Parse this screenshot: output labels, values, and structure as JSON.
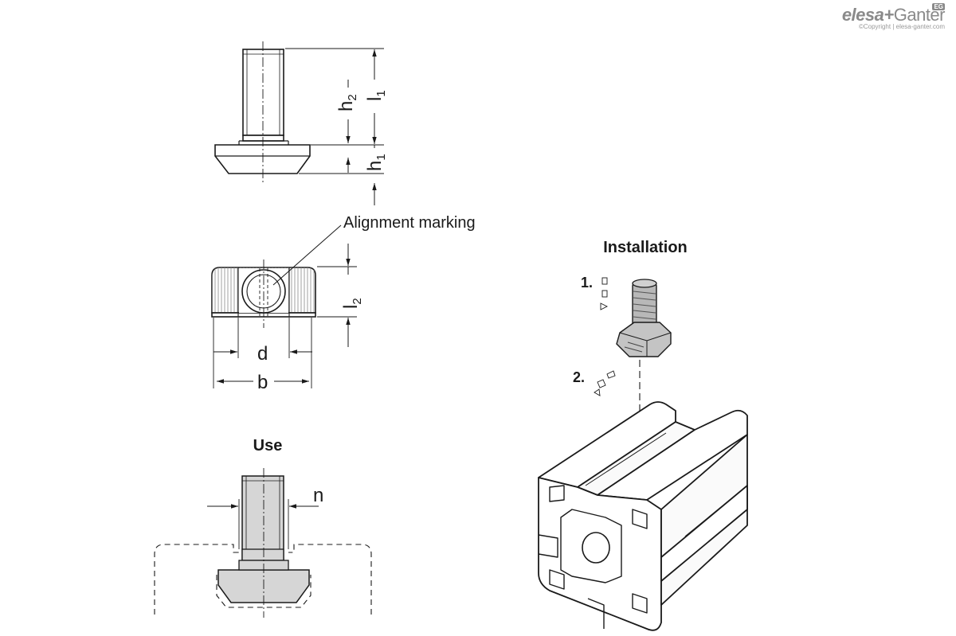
{
  "logo": {
    "brand_left": "elesa",
    "brand_plus": "+",
    "brand_right": "Ganter",
    "badge": "EG",
    "copyright": "©Copyright | elesa-ganter.com"
  },
  "labels": {
    "alignment_marking": "Alignment marking",
    "use_title": "Use",
    "installation_title": "Installation",
    "step1": "1.",
    "step2": "2."
  },
  "dimensions": {
    "h": "h",
    "l": "l",
    "sub_1": "1",
    "sub_2": "2",
    "d": "d",
    "b": "b",
    "n": "n"
  },
  "colors": {
    "line": "#1a1a1a",
    "part_fill_use": "#d6d6d6",
    "profile_fill": "#ffffff",
    "logo": "#8a8a8a"
  }
}
